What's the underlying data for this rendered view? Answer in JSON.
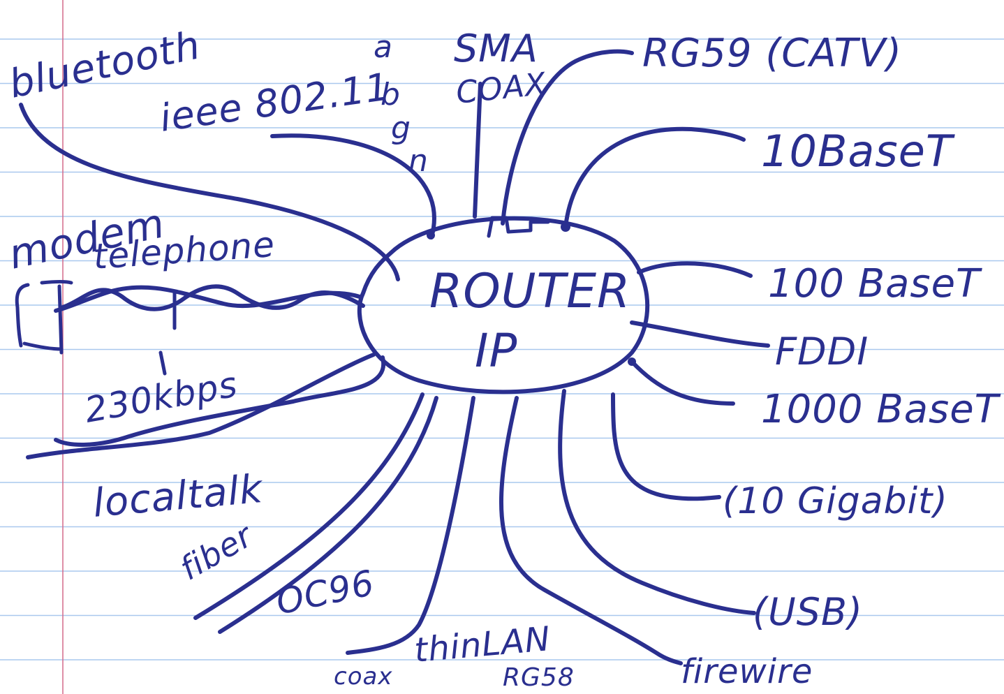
{
  "colors": {
    "ink": "#2a2f8f",
    "rule": "#a9c8ee",
    "margin": "#d46a8a",
    "paper": "#ffffff"
  },
  "router": {
    "line1": "ROUTER",
    "line2": "IP"
  },
  "labels": {
    "bluetooth": "bluetooth",
    "ieee": "ieee 802.11",
    "wifi_a": "a",
    "wifi_b": "b",
    "wifi_g": "g",
    "wifi_n": "n",
    "sma_1": "SMA",
    "sma_2": "COAX",
    "rg59": "RG59 (CATV)",
    "tenbaset": "10BaseT",
    "hundredbaset": "100 BaseT",
    "fddi": "FDDI",
    "thousandbaset": "1000 BaseT",
    "tengigabit": "(10 Gigabit)",
    "usb": "(USB)",
    "firewire": "firewire",
    "rg58": "RG58",
    "thinlan": "thinLAN",
    "coax": "coax",
    "oc96": "OC96",
    "fiber": "fiber",
    "localtalk": "localtalk",
    "kbps": "230kbps",
    "modem": "modem",
    "telephone": "telephone"
  }
}
